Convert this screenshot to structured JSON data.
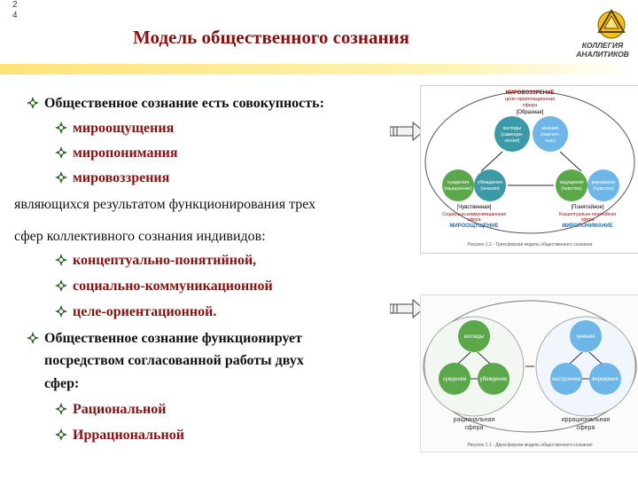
{
  "page": {
    "number_top": "2",
    "number_bottom": "4"
  },
  "header": {
    "title": "Модель общественного сознания",
    "logo_line1": "КОЛЛЕГИЯ",
    "logo_line2": "АНАЛИТИКОВ"
  },
  "content": {
    "intro": "Общественное сознание есть совокупность:",
    "items_a": [
      "мироощущения",
      "миропонимания",
      "мировоззрения"
    ],
    "line_1": "являющихся результатом функционирования трех",
    "line_2": "сфер коллективного сознания индивидов:",
    "items_b": [
      "концептуально-понятийной,",
      "социально-коммуникационной",
      "целе-ориентационной."
    ],
    "second_1": "Общественное сознание функционирует",
    "second_2": "посредством согласованной работы двух",
    "second_3": "сфер:",
    "items_c": [
      "Рациональной",
      "Иррациональной"
    ]
  },
  "figure1": {
    "top_label_1": "МИРОВОЗЗРЕНИЕ",
    "top_label_2": "целе-ориентационная",
    "top_label_3": "сфера",
    "top_tag": "[Образная]",
    "top_left": "взгляды",
    "top_left_2": "(самооре-",
    "top_left_3": "нения)",
    "top_right": "мнения",
    "top_right_2": "(оценоч-",
    "top_right_3": "ные)",
    "left_a": "суждения",
    "left_a2": "(мыщление)",
    "left_b": "убеждения",
    "left_b2": "(знания)",
    "right_a": "ощущения",
    "right_a2": "(чувства)",
    "right_b": "верования",
    "right_b2": "(чувства)",
    "left_tag": "[Чувственная]",
    "right_tag": "[Понятийное]",
    "left_sphere_1": "Социально-коммуникационная",
    "left_sphere_2": "сфера",
    "left_sphere_3": "МИРООЩУЩЕНИЕ",
    "right_sphere_1": "Концептуально-понятийная",
    "right_sphere_2": "сфера",
    "right_sphere_3": "МИРОПОНИМАНИЕ",
    "caption": "Рисунок 1.2 - Трехсферная модель общественного сознания"
  },
  "figure2": {
    "l_top": "взгляды",
    "l_left": "суждения",
    "l_right": "убеждения",
    "r_top": "мнения",
    "r_left": "настроение",
    "r_right": "верования",
    "l_sphere_1": "рациональная",
    "l_sphere_2": "сфера",
    "r_sphere_1": "иррациональная",
    "r_sphere_2": "сфера",
    "caption": "Рисунок 1.1 - Двухсферная модель общественного сознания"
  },
  "colors": {
    "title": "#8a1010",
    "bullet": "#2e6b2e",
    "rule": "#ffe27a",
    "circle_green": "#5aa84a",
    "circle_teal": "#3c9aa8",
    "circle_blue": "#6fb6e8"
  }
}
